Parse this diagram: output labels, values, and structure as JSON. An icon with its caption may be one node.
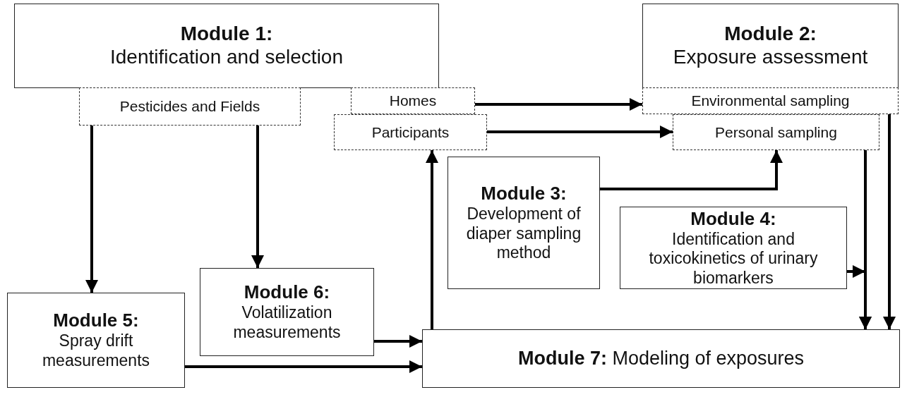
{
  "diagram": {
    "nodes": [
      {
        "text": [
          "Module 1:",
          "Identification and selection"
        ]
      },
      {
        "text": [
          "Pesticides and Fields"
        ]
      },
      {
        "text": [
          "Homes"
        ]
      },
      {
        "text": [
          "Participants"
        ]
      },
      {
        "text": [
          "Module 2:",
          "Exposure assessment"
        ]
      },
      {
        "text": [
          "Environmental sampling"
        ]
      },
      {
        "text": [
          "Personal sampling"
        ]
      },
      {
        "text": [
          "Module 3:",
          "Development of diaper sampling method"
        ]
      },
      {
        "text": [
          "Module 4:",
          "Identification and toxicokinetics of urinary biomarkers"
        ]
      },
      {
        "text": [
          "Module 5:",
          "Spray drift measurements"
        ]
      },
      {
        "text": [
          "Module 6:",
          "Volatilization measurements"
        ]
      },
      {
        "text": [
          "**Module 7:** Modeling of exposures"
        ]
      }
    ],
    "edges": [
      {
        "from": 2,
        "to": 5,
        "arrow": "to"
      },
      {
        "from": 3,
        "to": 6,
        "arrow": "to"
      },
      {
        "from": 7,
        "to": 6,
        "arrow": "to"
      },
      {
        "from": 1,
        "to": 9,
        "arrow": "to"
      },
      {
        "from": 1,
        "to": 10,
        "arrow": "to"
      },
      {
        "from": 11,
        "to": 3,
        "arrow": "to"
      },
      {
        "from": 10,
        "to": 11,
        "arrow": "to"
      },
      {
        "from": 9,
        "to": 11,
        "arrow": "to"
      },
      {
        "from": 5,
        "to": 11,
        "arrow": "to"
      },
      {
        "from": 6,
        "to": 11,
        "arrow": "to"
      },
      {
        "from": 8,
        "to": 11,
        "arrow": "to"
      }
    ]
  }
}
